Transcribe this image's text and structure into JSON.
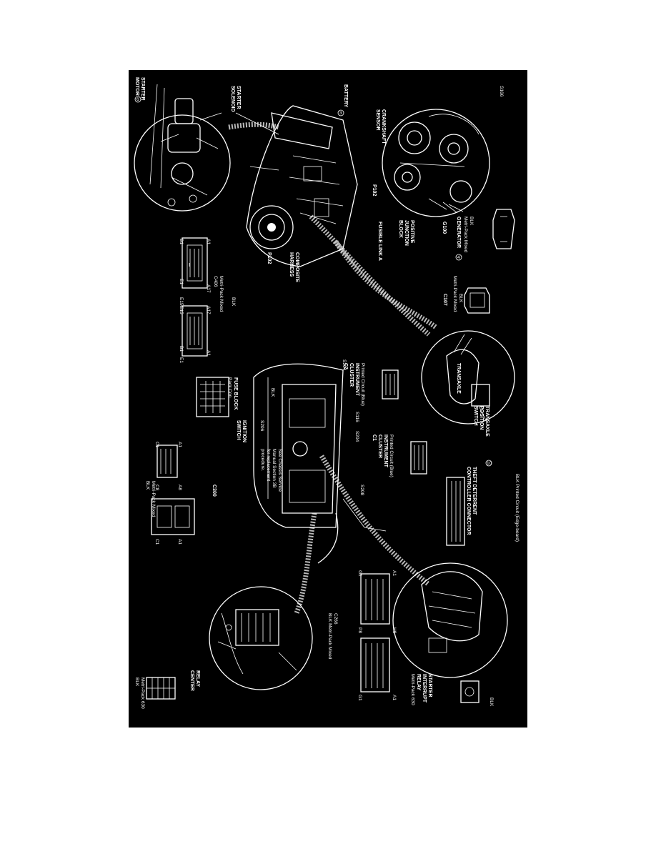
{
  "colors": {
    "background": "#000000",
    "ink": "#ffffff",
    "page": "#ffffff"
  },
  "labels": {
    "starter_motor": [
      "STARTER",
      "MOTOR"
    ],
    "starter_motor_num": "6",
    "starter_solenoid": [
      "STARTER",
      "SOLENOID"
    ],
    "battery": "BATTERY",
    "battery_num": "3",
    "s166": "S166",
    "crankshaft_sensor": [
      "CRANKSHAFT",
      "SENSOR"
    ],
    "p102a": "P102",
    "positive_junction_block": [
      "POSITIVE",
      "JUNCTION",
      "BLOCK"
    ],
    "g100": "G100",
    "generator_color": "BLK",
    "generator_conn": "Metri-Pack Mixed",
    "generator": "GENERATOR",
    "generator_num": "4",
    "fusible_link_a": "FUSIBLE LINK A",
    "p102b": "P102",
    "composite_harness": [
      "COMPOSITE",
      "HARNESS"
    ],
    "c406_color": "BLK",
    "c406_conn": "Metri-Pack Mixed",
    "c406": "C406",
    "c107_color": "BLK",
    "c107_conn": "Metri-Pack Mixed",
    "c107": "C107",
    "transaxle": "TRANSAXLE",
    "transaxle_pos_switch": [
      "TRANSAXLE",
      "POSITION",
      "SWITCH"
    ],
    "transaxle_num": "10",
    "s204a": "S204",
    "instrument_cluster_c2": [
      "INSTRUMENT",
      "CLUSTER",
      "C2"
    ],
    "printed_circuit_c2": "Printed Circuit (Blue)",
    "fuse_block": "FUSE BLOCK",
    "fuse_block_conn": "Pack Con",
    "fuse_block_color": "BLK",
    "s116": "S116",
    "s204b": "S204",
    "instrument_cluster_c1": [
      "INSTRUMENT",
      "CLUSTER",
      "C1"
    ],
    "printed_circuit_c1": "Printed Circuit (Blue)",
    "s208": "S208",
    "s206": "S206",
    "ignition_switch": [
      "IGNITION",
      "SWITCH"
    ],
    "ignition_note": [
      "See Chassis Service",
      "Manual Section 3B",
      "for replacement",
      "procedure."
    ],
    "theft_deterrent": [
      "THEFT DETERRENT",
      "CONTROLLER CONNECTOR"
    ],
    "theft_conn": "BLK Printed Circuit (Edge-board)",
    "c300": "C300",
    "c300_color": "BLK",
    "c300_conn": "Metri-Pack Mixed",
    "c300_pins": [
      "A1",
      "A8",
      "C1",
      "C8",
      "A1",
      "C1"
    ],
    "c266": "C266",
    "c266_conn": "BLK Metri-Pack Mixed",
    "c266_pins": [
      "A1",
      "G1",
      "H8",
      "P8",
      "A1",
      "G1"
    ],
    "relay_center": [
      "RELAY",
      "CENTER"
    ],
    "relay_center_color": "BLK",
    "relay_center_conn": "Metri-Pack 630",
    "starter_interrupt_relay": [
      "STARTER",
      "INTERRUPT",
      "RELAY"
    ],
    "starter_relay_color": "BLK",
    "starter_relay_conn": "Metri-Pack 630",
    "c406_pins": [
      "A1",
      "B1",
      "E1",
      "E15",
      "A17",
      "A17",
      "E15",
      "B1",
      "E1",
      "A1"
    ]
  }
}
